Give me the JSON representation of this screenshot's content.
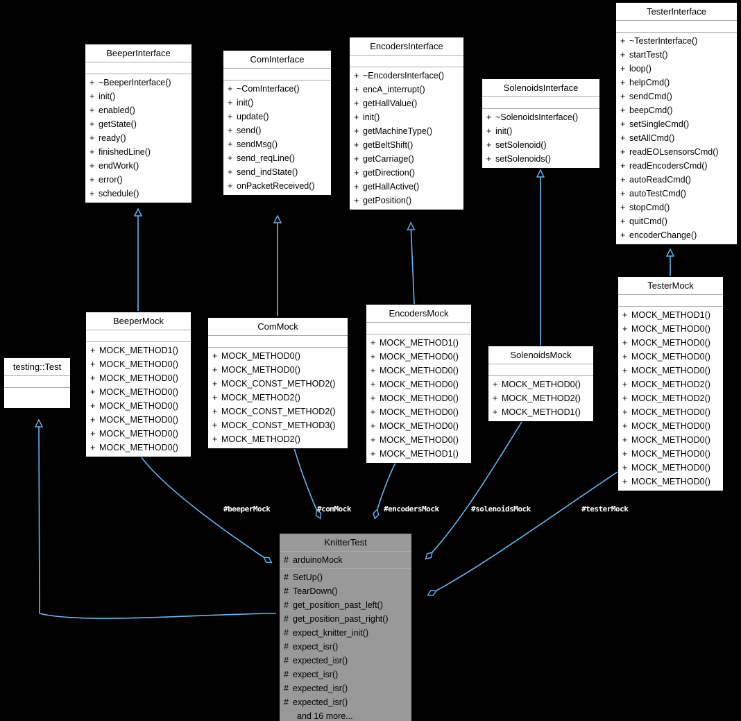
{
  "diagram": {
    "kind": "uml-class-diagram",
    "background": "#000000",
    "edge_color": "#63b8ef",
    "focus_class": "KnitterTest",
    "focus_fill": "#999999"
  },
  "classes": {
    "testing_test": {
      "name": "testing::Test",
      "attributes": [],
      "operations": []
    },
    "beeper_interface": {
      "name": "BeeperInterface",
      "attributes": [],
      "operations": [
        {
          "vis": "+",
          "label": "~BeeperInterface()"
        },
        {
          "vis": "+",
          "label": "init()"
        },
        {
          "vis": "+",
          "label": "enabled()"
        },
        {
          "vis": "+",
          "label": "getState()"
        },
        {
          "vis": "+",
          "label": "ready()"
        },
        {
          "vis": "+",
          "label": "finishedLine()"
        },
        {
          "vis": "+",
          "label": "endWork()"
        },
        {
          "vis": "+",
          "label": "error()"
        },
        {
          "vis": "+",
          "label": "schedule()"
        }
      ]
    },
    "com_interface": {
      "name": "ComInterface",
      "attributes": [],
      "operations": [
        {
          "vis": "+",
          "label": "~ComInterface()"
        },
        {
          "vis": "+",
          "label": "init()"
        },
        {
          "vis": "+",
          "label": "update()"
        },
        {
          "vis": "+",
          "label": "send()"
        },
        {
          "vis": "+",
          "label": "sendMsg()"
        },
        {
          "vis": "+",
          "label": "send_reqLine()"
        },
        {
          "vis": "+",
          "label": "send_indState()"
        },
        {
          "vis": "+",
          "label": "onPacketReceived()"
        }
      ]
    },
    "encoders_interface": {
      "name": "EncodersInterface",
      "attributes": [],
      "operations": [
        {
          "vis": "+",
          "label": "~EncodersInterface()"
        },
        {
          "vis": "+",
          "label": "encA_interrupt()"
        },
        {
          "vis": "+",
          "label": "getHallValue()"
        },
        {
          "vis": "+",
          "label": "init()"
        },
        {
          "vis": "+",
          "label": "getMachineType()"
        },
        {
          "vis": "+",
          "label": "getBeltShift()"
        },
        {
          "vis": "+",
          "label": "getCarriage()"
        },
        {
          "vis": "+",
          "label": "getDirection()"
        },
        {
          "vis": "+",
          "label": "getHallActive()"
        },
        {
          "vis": "+",
          "label": "getPosition()"
        }
      ]
    },
    "solenoids_interface": {
      "name": "SolenoidsInterface",
      "attributes": [],
      "operations": [
        {
          "vis": "+",
          "label": "~SolenoidsInterface()"
        },
        {
          "vis": "+",
          "label": "init()"
        },
        {
          "vis": "+",
          "label": "setSolenoid()"
        },
        {
          "vis": "+",
          "label": "setSolenoids()"
        }
      ]
    },
    "tester_interface": {
      "name": "TesterInterface",
      "attributes": [],
      "operations": [
        {
          "vis": "+",
          "label": "~TesterInterface()"
        },
        {
          "vis": "+",
          "label": "startTest()"
        },
        {
          "vis": "+",
          "label": "loop()"
        },
        {
          "vis": "+",
          "label": "helpCmd()"
        },
        {
          "vis": "+",
          "label": "sendCmd()"
        },
        {
          "vis": "+",
          "label": "beepCmd()"
        },
        {
          "vis": "+",
          "label": "setSingleCmd()"
        },
        {
          "vis": "+",
          "label": "setAllCmd()"
        },
        {
          "vis": "+",
          "label": "readEOLsensorsCmd()"
        },
        {
          "vis": "+",
          "label": "readEncodersCmd()"
        },
        {
          "vis": "+",
          "label": "autoReadCmd()"
        },
        {
          "vis": "+",
          "label": "autoTestCmd()"
        },
        {
          "vis": "+",
          "label": "stopCmd()"
        },
        {
          "vis": "+",
          "label": "quitCmd()"
        },
        {
          "vis": "+",
          "label": "encoderChange()"
        }
      ]
    },
    "beeper_mock": {
      "name": "BeeperMock",
      "attributes": [],
      "operations": [
        {
          "vis": "+",
          "label": "MOCK_METHOD1()"
        },
        {
          "vis": "+",
          "label": "MOCK_METHOD0()"
        },
        {
          "vis": "+",
          "label": "MOCK_METHOD0()"
        },
        {
          "vis": "+",
          "label": "MOCK_METHOD0()"
        },
        {
          "vis": "+",
          "label": "MOCK_METHOD0()"
        },
        {
          "vis": "+",
          "label": "MOCK_METHOD0()"
        },
        {
          "vis": "+",
          "label": "MOCK_METHOD0()"
        },
        {
          "vis": "+",
          "label": "MOCK_METHOD0()"
        }
      ]
    },
    "com_mock": {
      "name": "ComMock",
      "attributes": [],
      "operations": [
        {
          "vis": "+",
          "label": "MOCK_METHOD0()"
        },
        {
          "vis": "+",
          "label": "MOCK_METHOD0()"
        },
        {
          "vis": "+",
          "label": "MOCK_CONST_METHOD2()"
        },
        {
          "vis": "+",
          "label": "MOCK_METHOD2()"
        },
        {
          "vis": "+",
          "label": "MOCK_CONST_METHOD2()"
        },
        {
          "vis": "+",
          "label": "MOCK_CONST_METHOD3()"
        },
        {
          "vis": "+",
          "label": "MOCK_METHOD2()"
        }
      ]
    },
    "encoders_mock": {
      "name": "EncodersMock",
      "attributes": [],
      "operations": [
        {
          "vis": "+",
          "label": "MOCK_METHOD1()"
        },
        {
          "vis": "+",
          "label": "MOCK_METHOD0()"
        },
        {
          "vis": "+",
          "label": "MOCK_METHOD0()"
        },
        {
          "vis": "+",
          "label": "MOCK_METHOD0()"
        },
        {
          "vis": "+",
          "label": "MOCK_METHOD0()"
        },
        {
          "vis": "+",
          "label": "MOCK_METHOD0()"
        },
        {
          "vis": "+",
          "label": "MOCK_METHOD0()"
        },
        {
          "vis": "+",
          "label": "MOCK_METHOD0()"
        },
        {
          "vis": "+",
          "label": "MOCK_METHOD1()"
        }
      ]
    },
    "solenoids_mock": {
      "name": "SolenoidsMock",
      "attributes": [],
      "operations": [
        {
          "vis": "+",
          "label": "MOCK_METHOD0()"
        },
        {
          "vis": "+",
          "label": "MOCK_METHOD2()"
        },
        {
          "vis": "+",
          "label": "MOCK_METHOD1()"
        }
      ]
    },
    "tester_mock": {
      "name": "TesterMock",
      "attributes": [],
      "operations": [
        {
          "vis": "+",
          "label": "MOCK_METHOD1()"
        },
        {
          "vis": "+",
          "label": "MOCK_METHOD0()"
        },
        {
          "vis": "+",
          "label": "MOCK_METHOD0()"
        },
        {
          "vis": "+",
          "label": "MOCK_METHOD0()"
        },
        {
          "vis": "+",
          "label": "MOCK_METHOD0()"
        },
        {
          "vis": "+",
          "label": "MOCK_METHOD2()"
        },
        {
          "vis": "+",
          "label": "MOCK_METHOD2()"
        },
        {
          "vis": "+",
          "label": "MOCK_METHOD0()"
        },
        {
          "vis": "+",
          "label": "MOCK_METHOD0()"
        },
        {
          "vis": "+",
          "label": "MOCK_METHOD0()"
        },
        {
          "vis": "+",
          "label": "MOCK_METHOD0()"
        },
        {
          "vis": "+",
          "label": "MOCK_METHOD0()"
        },
        {
          "vis": "+",
          "label": "MOCK_METHOD0()"
        }
      ]
    },
    "knitter_test": {
      "name": "KnitterTest",
      "attributes": [
        {
          "vis": "#",
          "label": "arduinoMock"
        }
      ],
      "operations": [
        {
          "vis": "#",
          "label": "SetUp()"
        },
        {
          "vis": "#",
          "label": "TearDown()"
        },
        {
          "vis": "#",
          "label": "get_position_past_left()"
        },
        {
          "vis": "#",
          "label": "get_position_past_right()"
        },
        {
          "vis": "#",
          "label": "expect_knitter_init()"
        },
        {
          "vis": "#",
          "label": "expect_isr()"
        },
        {
          "vis": "#",
          "label": "expected_isr()"
        },
        {
          "vis": "#",
          "label": "expect_isr()"
        },
        {
          "vis": "#",
          "label": "expected_isr()"
        },
        {
          "vis": "#",
          "label": "expected_isr()"
        }
      ],
      "more": "and 16 more..."
    }
  },
  "edge_labels": {
    "beeper": "#beeperMock",
    "com": "#comMock",
    "encoders": "#encodersMock",
    "solenoids": "#solenoidsMock",
    "tester": "#testerMock"
  }
}
